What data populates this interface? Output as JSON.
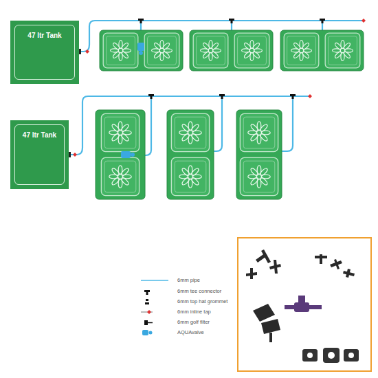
{
  "diagram": {
    "nodes": [
      {
        "text": [
          "47 ltr Tank"
        ]
      },
      {
        "text": [
          "47 ltr Tank"
        ]
      }
    ],
    "legend": [
      {
        "text": "6mm pipe"
      },
      {
        "text": "6mm tee connector"
      },
      {
        "text": "6mm top hat grommet"
      },
      {
        "text": "6mm inline tap"
      },
      {
        "text": "6mm golf filter"
      },
      {
        "text": "AQUAvalve"
      }
    ]
  }
}
